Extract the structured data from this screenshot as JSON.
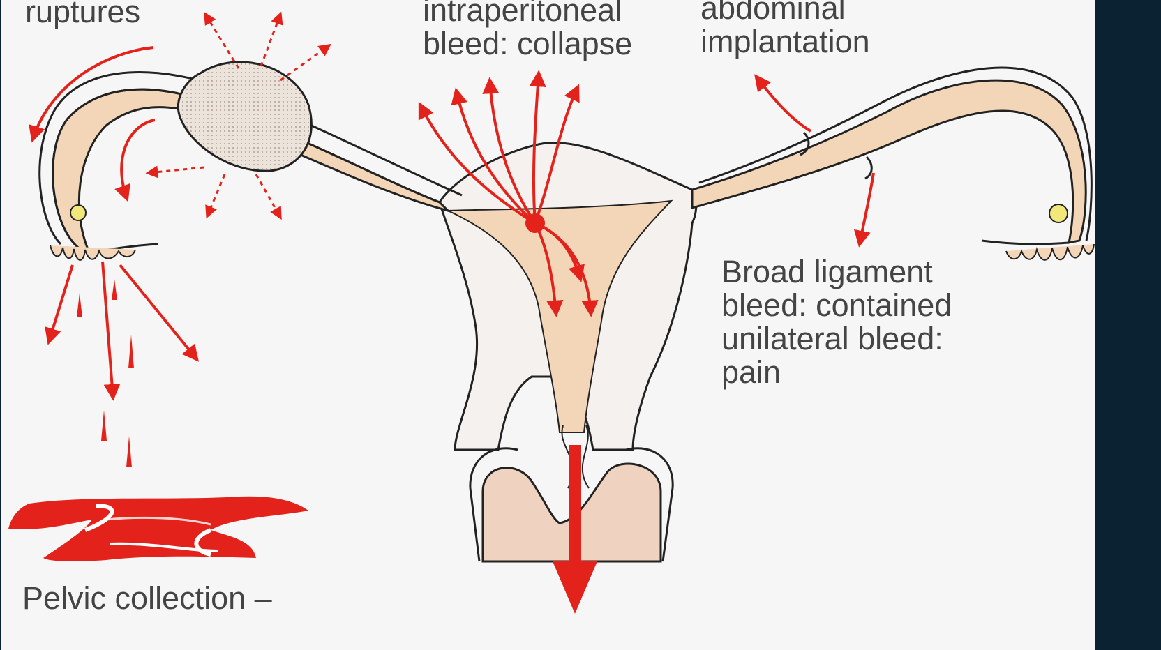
{
  "labels": {
    "ruptures": "ruptures",
    "intraperitoneal": [
      "intraperitoneal",
      "bleed: collapse"
    ],
    "abdominal": [
      "abdominal",
      "implantation"
    ],
    "broad_ligament": [
      "Broad ligament",
      "bleed: contained",
      "unilateral bleed:",
      "pain"
    ],
    "pelvic": "Pelvic collection –"
  },
  "colors": {
    "background": "#f6f6f6",
    "tissue": "#f3d5b8",
    "cervix": "#f0d2c0",
    "outline": "#222222",
    "blood": "#e3231b",
    "text": "#444444",
    "ovary": "#f2e77a",
    "border": "#0b2233"
  }
}
